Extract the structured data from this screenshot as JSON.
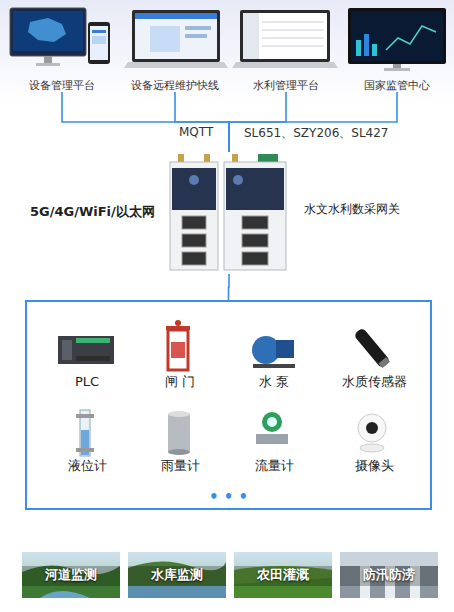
{
  "diagram": {
    "nodes": [
      {
        "text": [
          "设备管理平台"
        ]
      },
      {
        "text": [
          "设备远程维护快线"
        ]
      },
      {
        "text": [
          "水利管理平台"
        ]
      },
      {
        "text": [
          "国家监管中心"
        ]
      },
      {
        "text": [
          "水文水利数采网关"
        ]
      },
      {
        "text": [
          "• • •"
        ]
      },
      {
        "text": [
          "PLC"
        ],
        "in": 5
      },
      {
        "text": [
          "闸 门"
        ],
        "in": 5
      },
      {
        "text": [
          "水 泵"
        ],
        "in": 5
      },
      {
        "text": [
          "水质传感器"
        ],
        "in": 5
      },
      {
        "text": [
          "液位计"
        ],
        "in": 5
      },
      {
        "text": [
          "雨量计"
        ],
        "in": 5
      },
      {
        "text": [
          "流量计"
        ],
        "in": 5
      },
      {
        "text": [
          "摄像头"
        ],
        "in": 5
      },
      {
        "text": [
          "河道监测"
        ]
      },
      {
        "text": [
          "水库监测"
        ]
      },
      {
        "text": [
          "农田灌溉"
        ]
      },
      {
        "text": [
          "防汛防涝"
        ]
      }
    ],
    "edges": [
      {
        "from": 0,
        "to": 4,
        "arrow": "none"
      },
      {
        "from": 1,
        "to": 4,
        "arrow": "none"
      },
      {
        "from": 2,
        "to": 4,
        "arrow": "none"
      },
      {
        "from": 3,
        "to": 4,
        "arrow": "none"
      },
      {
        "from": 4,
        "to": 5,
        "arrow": "none"
      }
    ],
    "labels": [
      "MQTT",
      "SL651、SZY206、SL427",
      "5G/4G/WiFi/以太网"
    ]
  }
}
